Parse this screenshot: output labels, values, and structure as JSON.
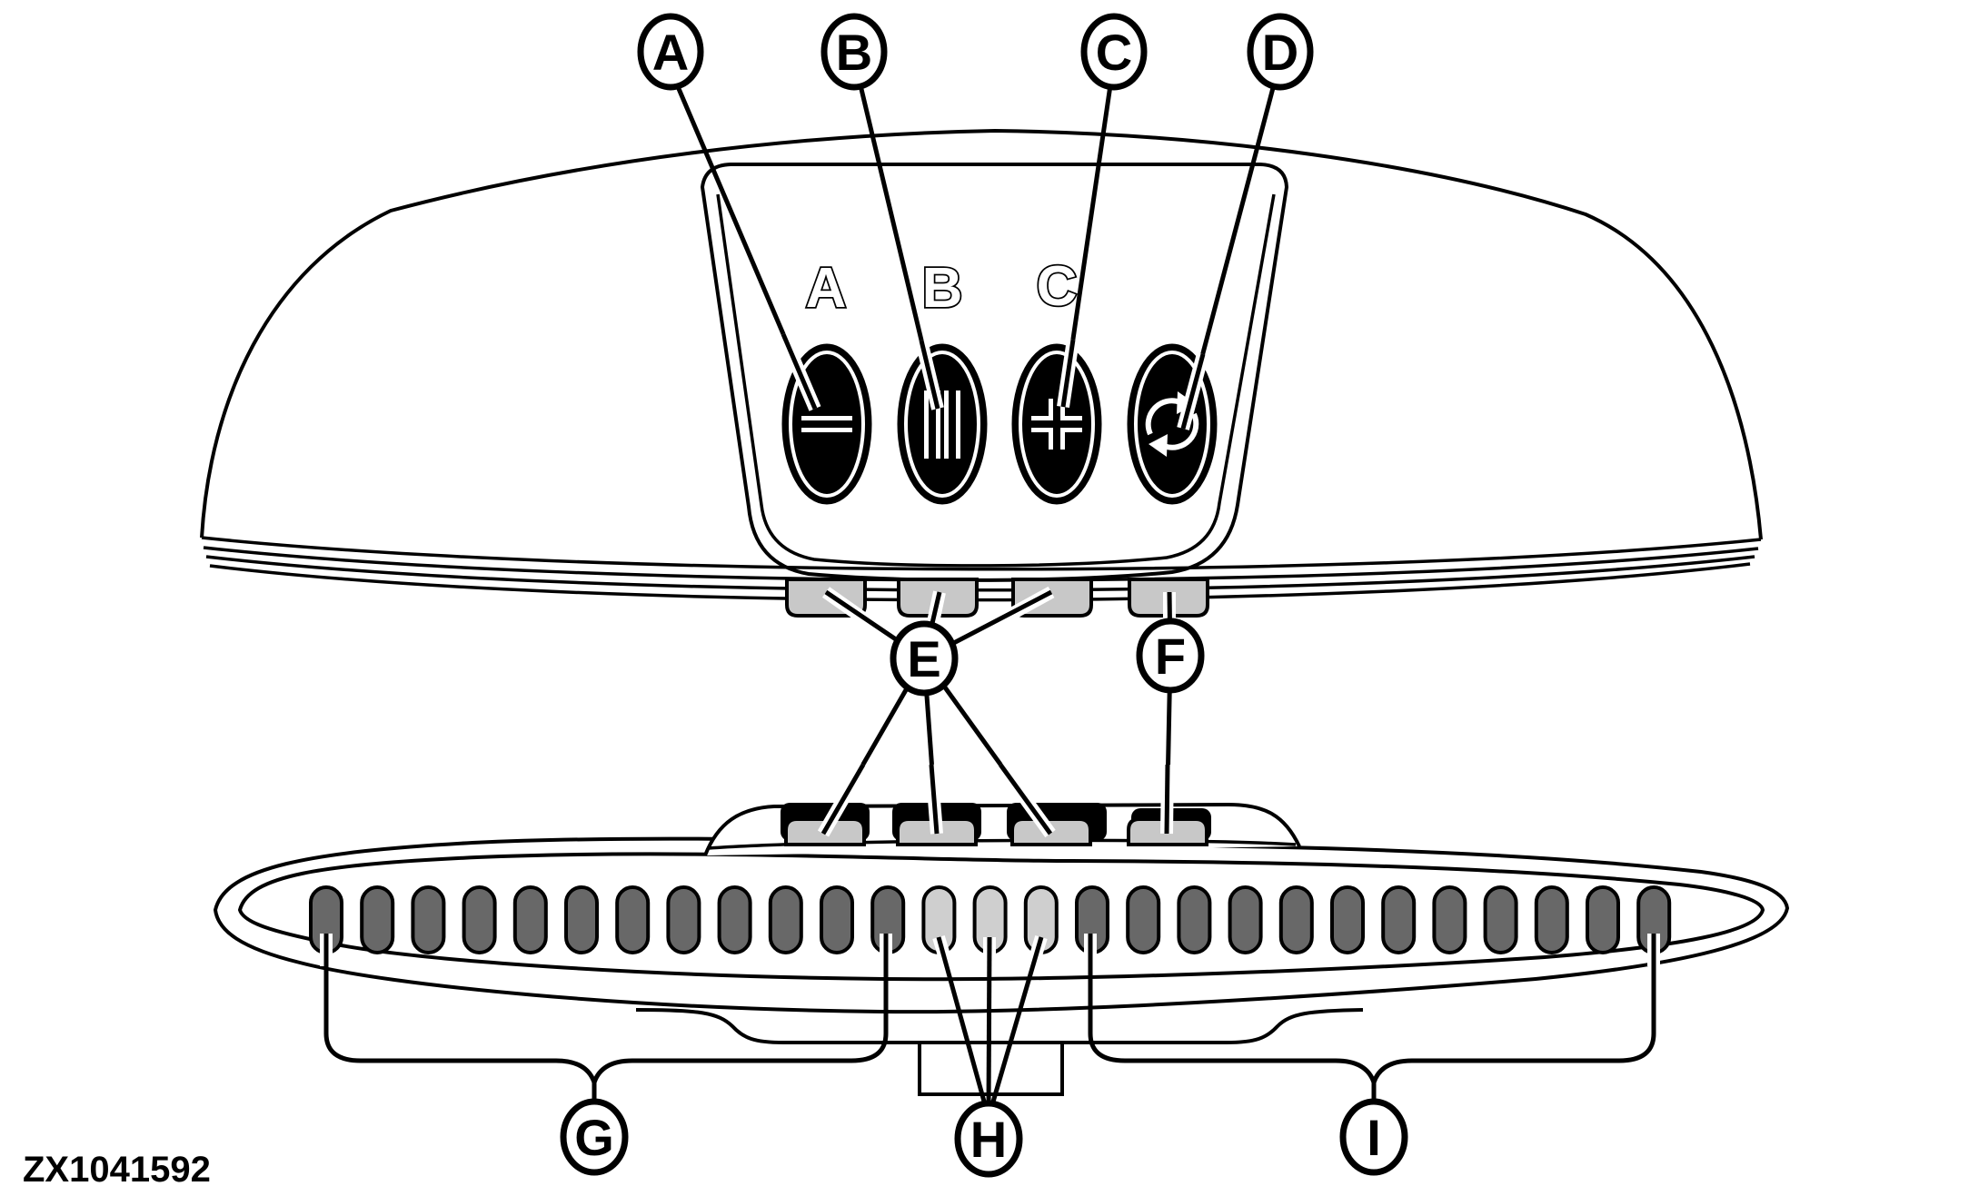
{
  "figure": {
    "code": "ZX1041592"
  },
  "colors": {
    "line": "#000000",
    "background": "#ffffff",
    "dark_slot": "#686868",
    "light_slot": "#cfcfcf",
    "tab_gray": "#c8c8c8",
    "button_fill": "#000000"
  },
  "callouts": {
    "a": "A",
    "b": "B",
    "c": "C",
    "d": "D",
    "e": "E",
    "f": "F",
    "g": "G",
    "h": "H",
    "i": "I"
  },
  "panel": {
    "labels": [
      "A",
      "B",
      "C"
    ],
    "buttons": [
      {
        "icon": "minus"
      },
      {
        "icon": "pause"
      },
      {
        "icon": "plus"
      },
      {
        "icon": "cycle"
      }
    ]
  },
  "indicator_bar": {
    "slot_count": 27,
    "light_slots": [
      13,
      14,
      15
    ]
  }
}
